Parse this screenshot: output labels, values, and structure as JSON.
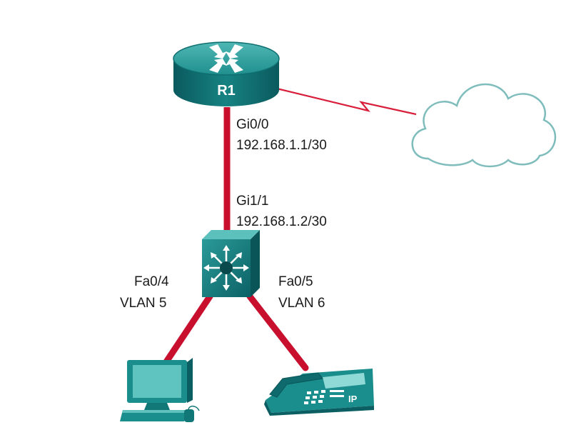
{
  "colors": {
    "link": "#c8102e",
    "device_dark": "#0b5f63",
    "device_mid": "#1a8d8d",
    "device_light": "#5fc0bd",
    "cloud_stroke": "#79b9b9"
  },
  "router": {
    "label": "R1",
    "icon": "router-icon"
  },
  "router_port": {
    "name": "Gi0/0",
    "ip": "192.168.1.1/30"
  },
  "switch_uplink": {
    "name": "Gi1/1",
    "ip": "192.168.1.2/30"
  },
  "switch": {
    "icon": "multilayer-switch-icon"
  },
  "port_pc": {
    "name": "Fa0/4",
    "vlan": "VLAN 5"
  },
  "port_phone": {
    "name": "Fa0/5",
    "vlan": "VLAN 6"
  },
  "pc": {
    "icon": "pc-icon"
  },
  "phone": {
    "label": "IP",
    "icon": "ip-phone-icon"
  },
  "cloud": {
    "icon": "cloud-icon"
  }
}
